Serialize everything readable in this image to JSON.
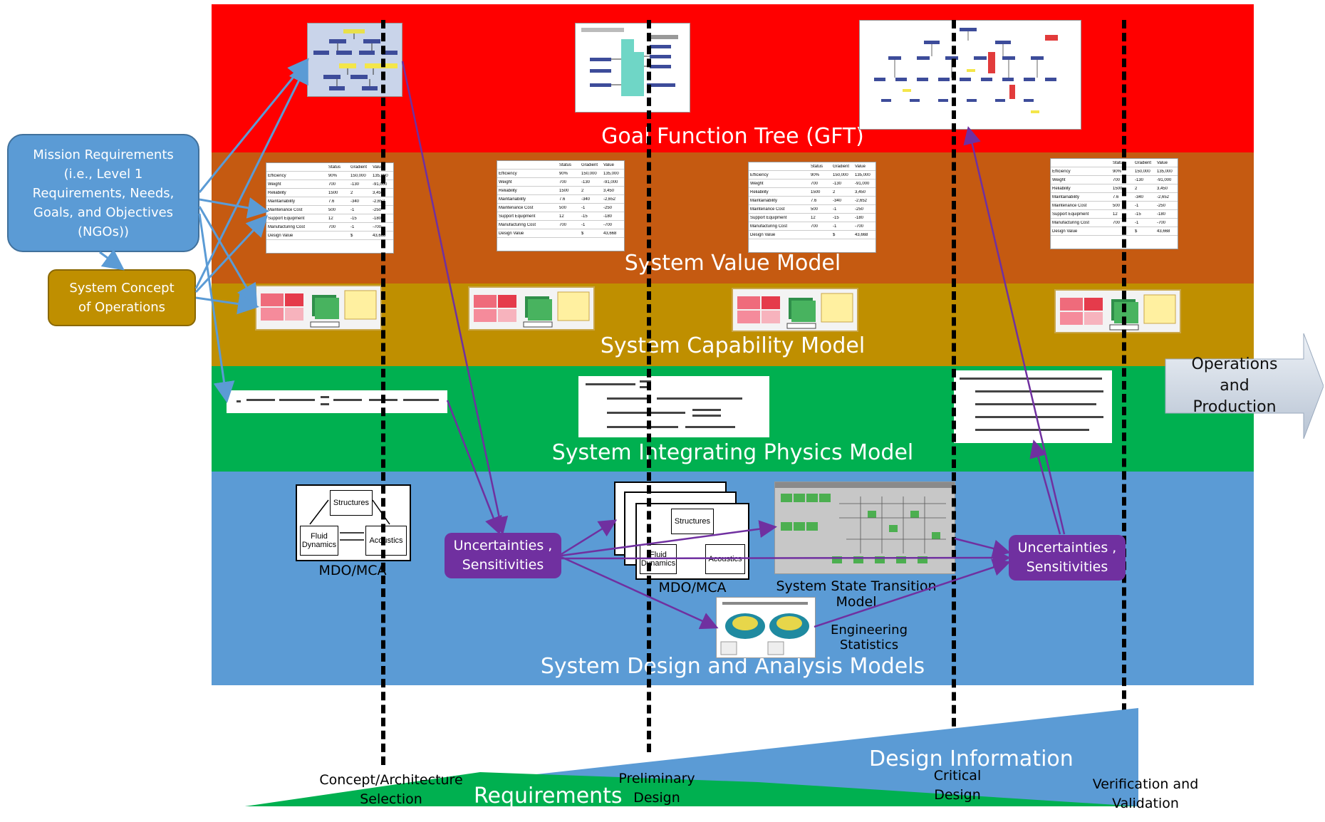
{
  "bands": [
    {
      "id": "gft",
      "title": "Goal Function Tree (GFT)",
      "color": "#ff0000"
    },
    {
      "id": "value",
      "title": "System Value Model",
      "color": "#c55a11"
    },
    {
      "id": "capability",
      "title": "System Capability Model",
      "color": "#bf8f00"
    },
    {
      "id": "physics",
      "title": "System Integrating Physics Model",
      "color": "#00b050"
    },
    {
      "id": "design",
      "title": "System Design and Analysis Models",
      "color": "#5b9bd5"
    }
  ],
  "left_callouts": {
    "mission": "Mission Requirements (i.e., Level 1 Requirements, Needs, Goals, and Objectives (NGOs))",
    "conops": "System Concept of Operations"
  },
  "operations_arrow": "Operations and Production",
  "uncertainties": [
    "Uncertainties , Sensitivities",
    "Uncertainties , Sensitivities"
  ],
  "mdo": {
    "labels": [
      "MDO/MCA",
      "MDO/MCA"
    ],
    "structures": "Structures",
    "fluid_dynamics": "Fluid Dynamics",
    "acoustics": "Acoustics"
  },
  "design_labels": {
    "state_transition": "System State Transition Model",
    "engineering_statistics": "Engineering Statistics"
  },
  "value_table": {
    "headers": [
      "",
      "Status",
      "Gradient",
      "Value"
    ],
    "rows": [
      [
        "Efficiency",
        "90%",
        "150,000",
        "135,000"
      ],
      [
        "Weight",
        "700",
        "-130",
        "-91,000"
      ],
      [
        "Reliability",
        "1500",
        "2",
        "3,450"
      ],
      [
        "Maintainability",
        "7.6",
        "-340",
        "-2,652"
      ],
      [
        "Maintenance Cost",
        "500",
        "-1",
        "-250"
      ],
      [
        "Support Equipment",
        "12",
        "-15",
        "-180"
      ],
      [
        "Manufacturing Cost",
        "700",
        "-1",
        "-700"
      ]
    ],
    "footer": [
      "Design Value",
      "$",
      "43,668"
    ]
  },
  "bottom": {
    "design_information": "Design Information",
    "requirements": "Requirements",
    "milestones": [
      "Concept/Architecture Selection",
      "Preliminary Design",
      "Critical Design",
      "Verification and Validation"
    ]
  },
  "colors": {
    "mission_blue": "#5b9bd5",
    "conops_gold": "#bf8f00",
    "uncertainty_purple": "#7030a0",
    "arrow_blue": "#5b9bd5",
    "arrow_purple": "#7030a0"
  }
}
